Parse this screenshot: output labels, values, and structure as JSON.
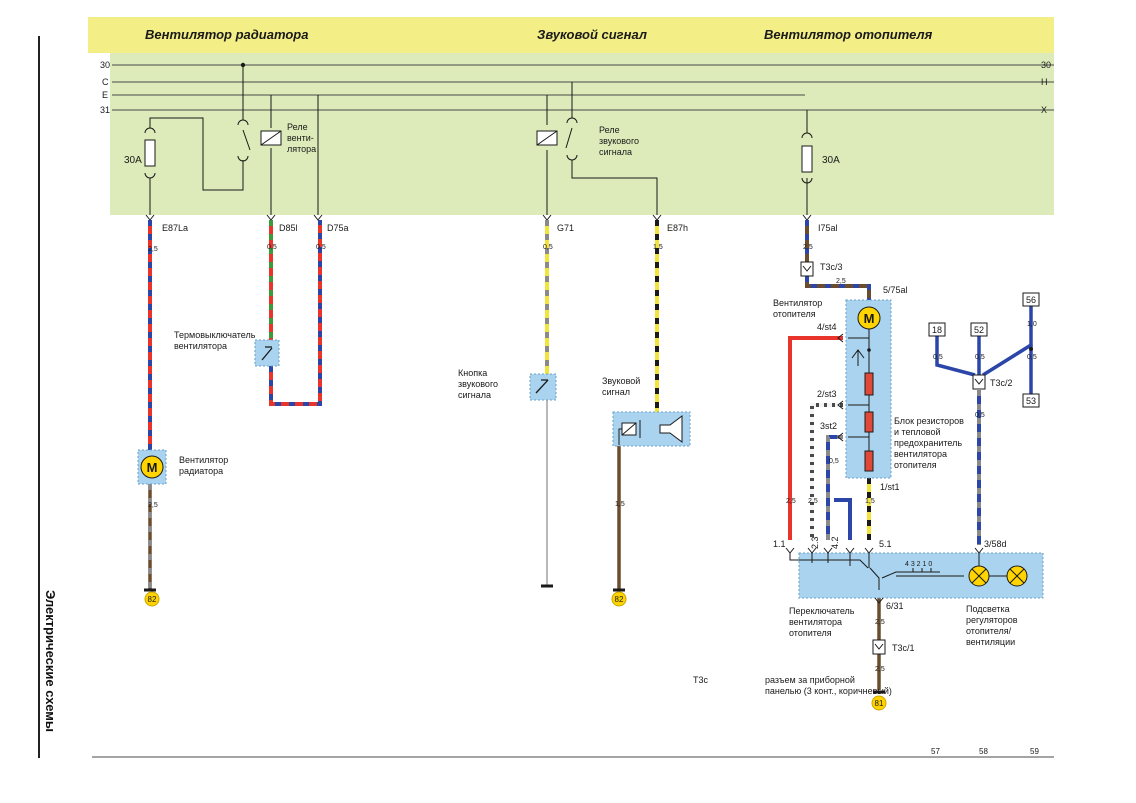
{
  "headers": {
    "section1": "Вентилятор радиатора",
    "section2": "Звуковой сигнал",
    "section3": "Вентилятор отопителя"
  },
  "sidebar_title": "Электрические схемы",
  "bus_labels_left": [
    "30",
    "C",
    "E",
    "31"
  ],
  "bus_labels_right": [
    "30",
    "H",
    "X"
  ],
  "fuses": {
    "radiator": "30A",
    "heater": "30A"
  },
  "relays": {
    "fan_relay": [
      "Реле",
      "венти-",
      "лятора"
    ],
    "horn_relay": [
      "Реле",
      "звукового",
      "сигнала"
    ]
  },
  "connectors": {
    "e87la": "E87La",
    "d85l": "D85l",
    "d75a": "D75a",
    "g71": "G71",
    "e87h": "E87h",
    "i75al": "I75al",
    "t3c3": "T3c/3",
    "p575al": "5/75al",
    "p4st4": "4/st4",
    "p2st3": "2/st3",
    "p3st2": "3st2",
    "p1st1": "1/st1",
    "p3_58d": "3/58d",
    "p6_31": "6/31",
    "t3c1": "T3c/1",
    "t3c2": "T3c/2",
    "p11": "1.1",
    "p23": "2.3",
    "p42": "4.2",
    "p51": "5.1"
  },
  "wire_sizes": {
    "w25a": "2,5",
    "w05a": "0,5",
    "w05b": "0,5",
    "w05c": "0,5",
    "w15a": "1,5",
    "w25b": "2,5",
    "w15b": "1,5",
    "w25c": "2,5",
    "w25d": "2,5",
    "w25e": "2,5",
    "w25f": "2,5",
    "w15c": "1,5",
    "w05d": "0,5",
    "w05e": "0,5",
    "w05f": "0,5",
    "w10": "1,0",
    "w05g": "0,5",
    "w05h": "0,5",
    "w25g": "2,5",
    "w25h": "2,5"
  },
  "components": {
    "thermo": [
      "Термовыключатель",
      "вентилятора"
    ],
    "fan_motor": [
      "Вентилятор",
      "радиатора"
    ],
    "horn_button": [
      "Кнопка",
      "звукового",
      "сигнала"
    ],
    "horn": [
      "Звуковой",
      "сигнал"
    ],
    "heater_fan": [
      "Вентилятор",
      "отопителя"
    ],
    "resistor_block": [
      "Блок резисторов",
      "и тепловой",
      "предохранитель",
      "вентилятора",
      "отопителя"
    ],
    "heater_switch": [
      "Переключатель",
      "вентилятора",
      "отопителя"
    ],
    "backlight": [
      "Подсветка",
      "регуляторов",
      "отопителя/",
      "вентиляции"
    ],
    "switch_positions": "4 3 2 1 0",
    "motor_letter": "M"
  },
  "ground_points": {
    "g1": "82",
    "g2": "82",
    "g3": "81"
  },
  "terminals": {
    "t18": "18",
    "t52": "52",
    "t56": "56",
    "t53": "53"
  },
  "legend": {
    "code": "T3c",
    "text": [
      "разъем за приборной",
      "панелью (3 конт., коричневый)"
    ]
  },
  "page_refs": [
    "57",
    "58",
    "59"
  ],
  "colors": {
    "header_yellow": "#f3ee86",
    "panel_green": "#dcebb9",
    "component_blue": "#a9d3ee",
    "red": "#e8342b",
    "blue": "#2b46a8",
    "green": "#3b9a3b",
    "yellow": "#f2e43a",
    "brown": "#6b4d2e",
    "black": "#1a1a1a",
    "grey": "#8a8a8a",
    "white": "#f4f4f4",
    "resistor_red": "#e0493a",
    "lamp_yellow": "#ffd400"
  }
}
